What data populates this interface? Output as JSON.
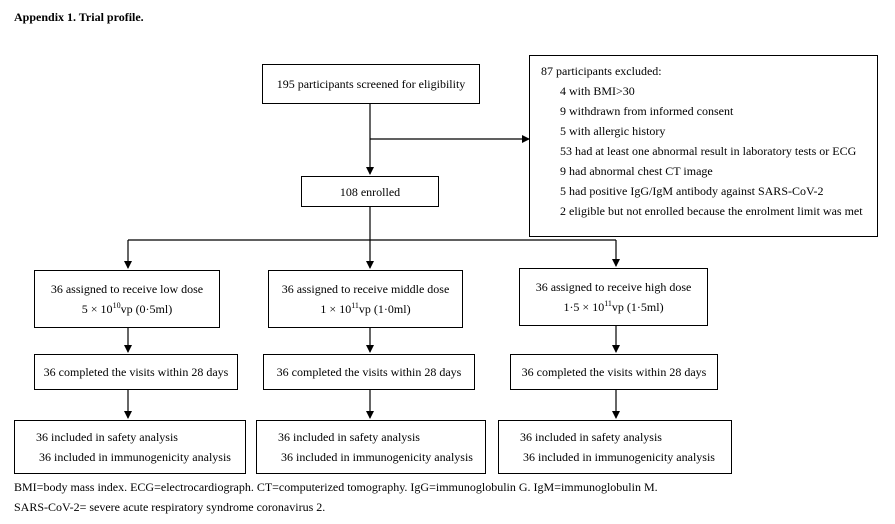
{
  "title": "Appendix 1. Trial profile.",
  "screened": "195 participants screened for eligibility",
  "excluded": {
    "header": "87 participants excluded:",
    "items": [
      "4 with BMI>30",
      "9 withdrawn from informed consent",
      "5 with allergic history",
      "53 had at least one abnormal result in laboratory tests or ECG",
      "9 had abnormal chest CT image",
      "5 had positive IgG/IgM antibody against SARS-CoV-2",
      "2 eligible but not enrolled because the enrolment limit was met"
    ]
  },
  "enrolled": "108 enrolled",
  "arms": [
    {
      "assign": "36 assigned to receive low dose",
      "dose_prefix": "5 × 10",
      "dose_exp": "10",
      "dose_suffix": "vp (0·5ml)",
      "completed": "36 completed the visits within 28 days",
      "safety": "36 included in safety analysis",
      "immuno": "36 included in immunogenicity analysis"
    },
    {
      "assign": "36 assigned to receive middle dose",
      "dose_prefix": "1 × 10",
      "dose_exp": "11",
      "dose_suffix": "vp (1·0ml)",
      "completed": "36 completed the visits within 28 days",
      "safety": "36 included in safety analysis",
      "immuno": "36 included in immunogenicity analysis"
    },
    {
      "assign": "36 assigned to receive high dose",
      "dose_prefix": "1·5 × 10",
      "dose_exp": "11",
      "dose_suffix": "vp (1·5ml)",
      "completed": "36 completed the visits within 28 days",
      "safety": "36 included in safety analysis",
      "immuno": "36 included in immunogenicity analysis"
    }
  ],
  "footer": {
    "line1": "BMI=body mass index. ECG=electrocardiograph. CT=computerized tomography. IgG=immunoglobulin G. IgM=immunoglobulin M.",
    "line2": "SARS-CoV-2= severe acute respiratory syndrome coronavirus 2."
  }
}
